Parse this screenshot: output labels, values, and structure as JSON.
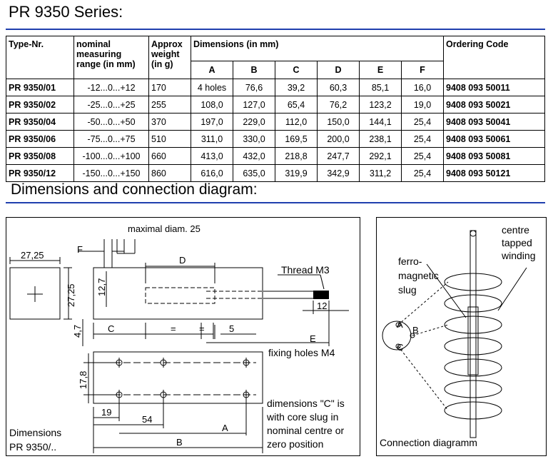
{
  "title": "PR 9350 Series:",
  "subtitle": "Dimensions and connection diagram:",
  "table": {
    "headers": {
      "type": "Type-Nr.",
      "range": [
        "nominal",
        "measuring",
        "range (in mm)"
      ],
      "weight": [
        "Approx",
        "weight",
        "(in g)"
      ],
      "dimensions": "Dimensions (in mm)",
      "code": "Ordering Code"
    },
    "dim_cols": [
      "A",
      "B",
      "C",
      "D",
      "E",
      "F"
    ],
    "rows": [
      {
        "type": "PR 9350/01",
        "range": "-12...0...+12",
        "weight": "170",
        "A": "4 holes",
        "B": "76,6",
        "C": "39,2",
        "D": "60,3",
        "E": "85,1",
        "F": "16,0",
        "code": "9408 093 50011"
      },
      {
        "type": "PR 9350/02",
        "range": "-25...0...+25",
        "weight": "255",
        "A": "108,0",
        "B": "127,0",
        "C": "65,4",
        "D": "76,2",
        "E": "123,2",
        "F": "19,0",
        "code": "9408 093 50021"
      },
      {
        "type": "PR 9350/04",
        "range": "-50...0...+50",
        "weight": "370",
        "A": "197,0",
        "B": "229,0",
        "C": "112,0",
        "D": "150,0",
        "E": "144,1",
        "F": "25,4",
        "code": "9408 093 50041"
      },
      {
        "type": "PR 9350/06",
        "range": "-75...0...+75",
        "weight": "510",
        "A": "311,0",
        "B": "330,0",
        "C": "169,5",
        "D": "200,0",
        "E": "238,1",
        "F": "25,4",
        "code": "9408 093 50061"
      },
      {
        "type": "PR 9350/08",
        "range": "-100...0...+100",
        "weight": "660",
        "A": "413,0",
        "B": "432,0",
        "C": "218,8",
        "D": "247,7",
        "E": "292,1",
        "F": "25,4",
        "code": "9408 093 50081"
      },
      {
        "type": "PR 9350/12",
        "range": "-150...0...+150",
        "weight": "860",
        "A": "616,0",
        "B": "635,0",
        "C": "319,9",
        "D": "342,9",
        "E": "311,2",
        "F": "25,4",
        "code": "9408 093 50121"
      }
    ]
  },
  "dimensions_drawing": {
    "maximal_diam": "maximal diam. 25",
    "thread": "Thread M3",
    "fixing_holes": "fixing holes M4",
    "note": [
      "dimensions \"C\" is",
      "with core slug in",
      "nominal centre or",
      "zero position"
    ],
    "caption": [
      "Dimensions",
      "PR 9350/.."
    ],
    "labels": {
      "w2725": "27,25",
      "h2725": "27,25",
      "d127": "12,7",
      "d47": "4,7",
      "d178": "17,8",
      "d12": "12",
      "d5": "5",
      "d19": "19",
      "d54": "54",
      "A": "A",
      "B": "B",
      "C": "C",
      "D": "D",
      "E": "E",
      "F": "F",
      "eq": "="
    }
  },
  "connection_drawing": {
    "centre_tapped": [
      "centre",
      "tapped",
      "winding"
    ],
    "ferro": [
      "ferro-",
      "magnetic",
      "slug"
    ],
    "pins": {
      "A": "A",
      "B": "B",
      "C": "C"
    },
    "caption": "Connection diagramm"
  }
}
